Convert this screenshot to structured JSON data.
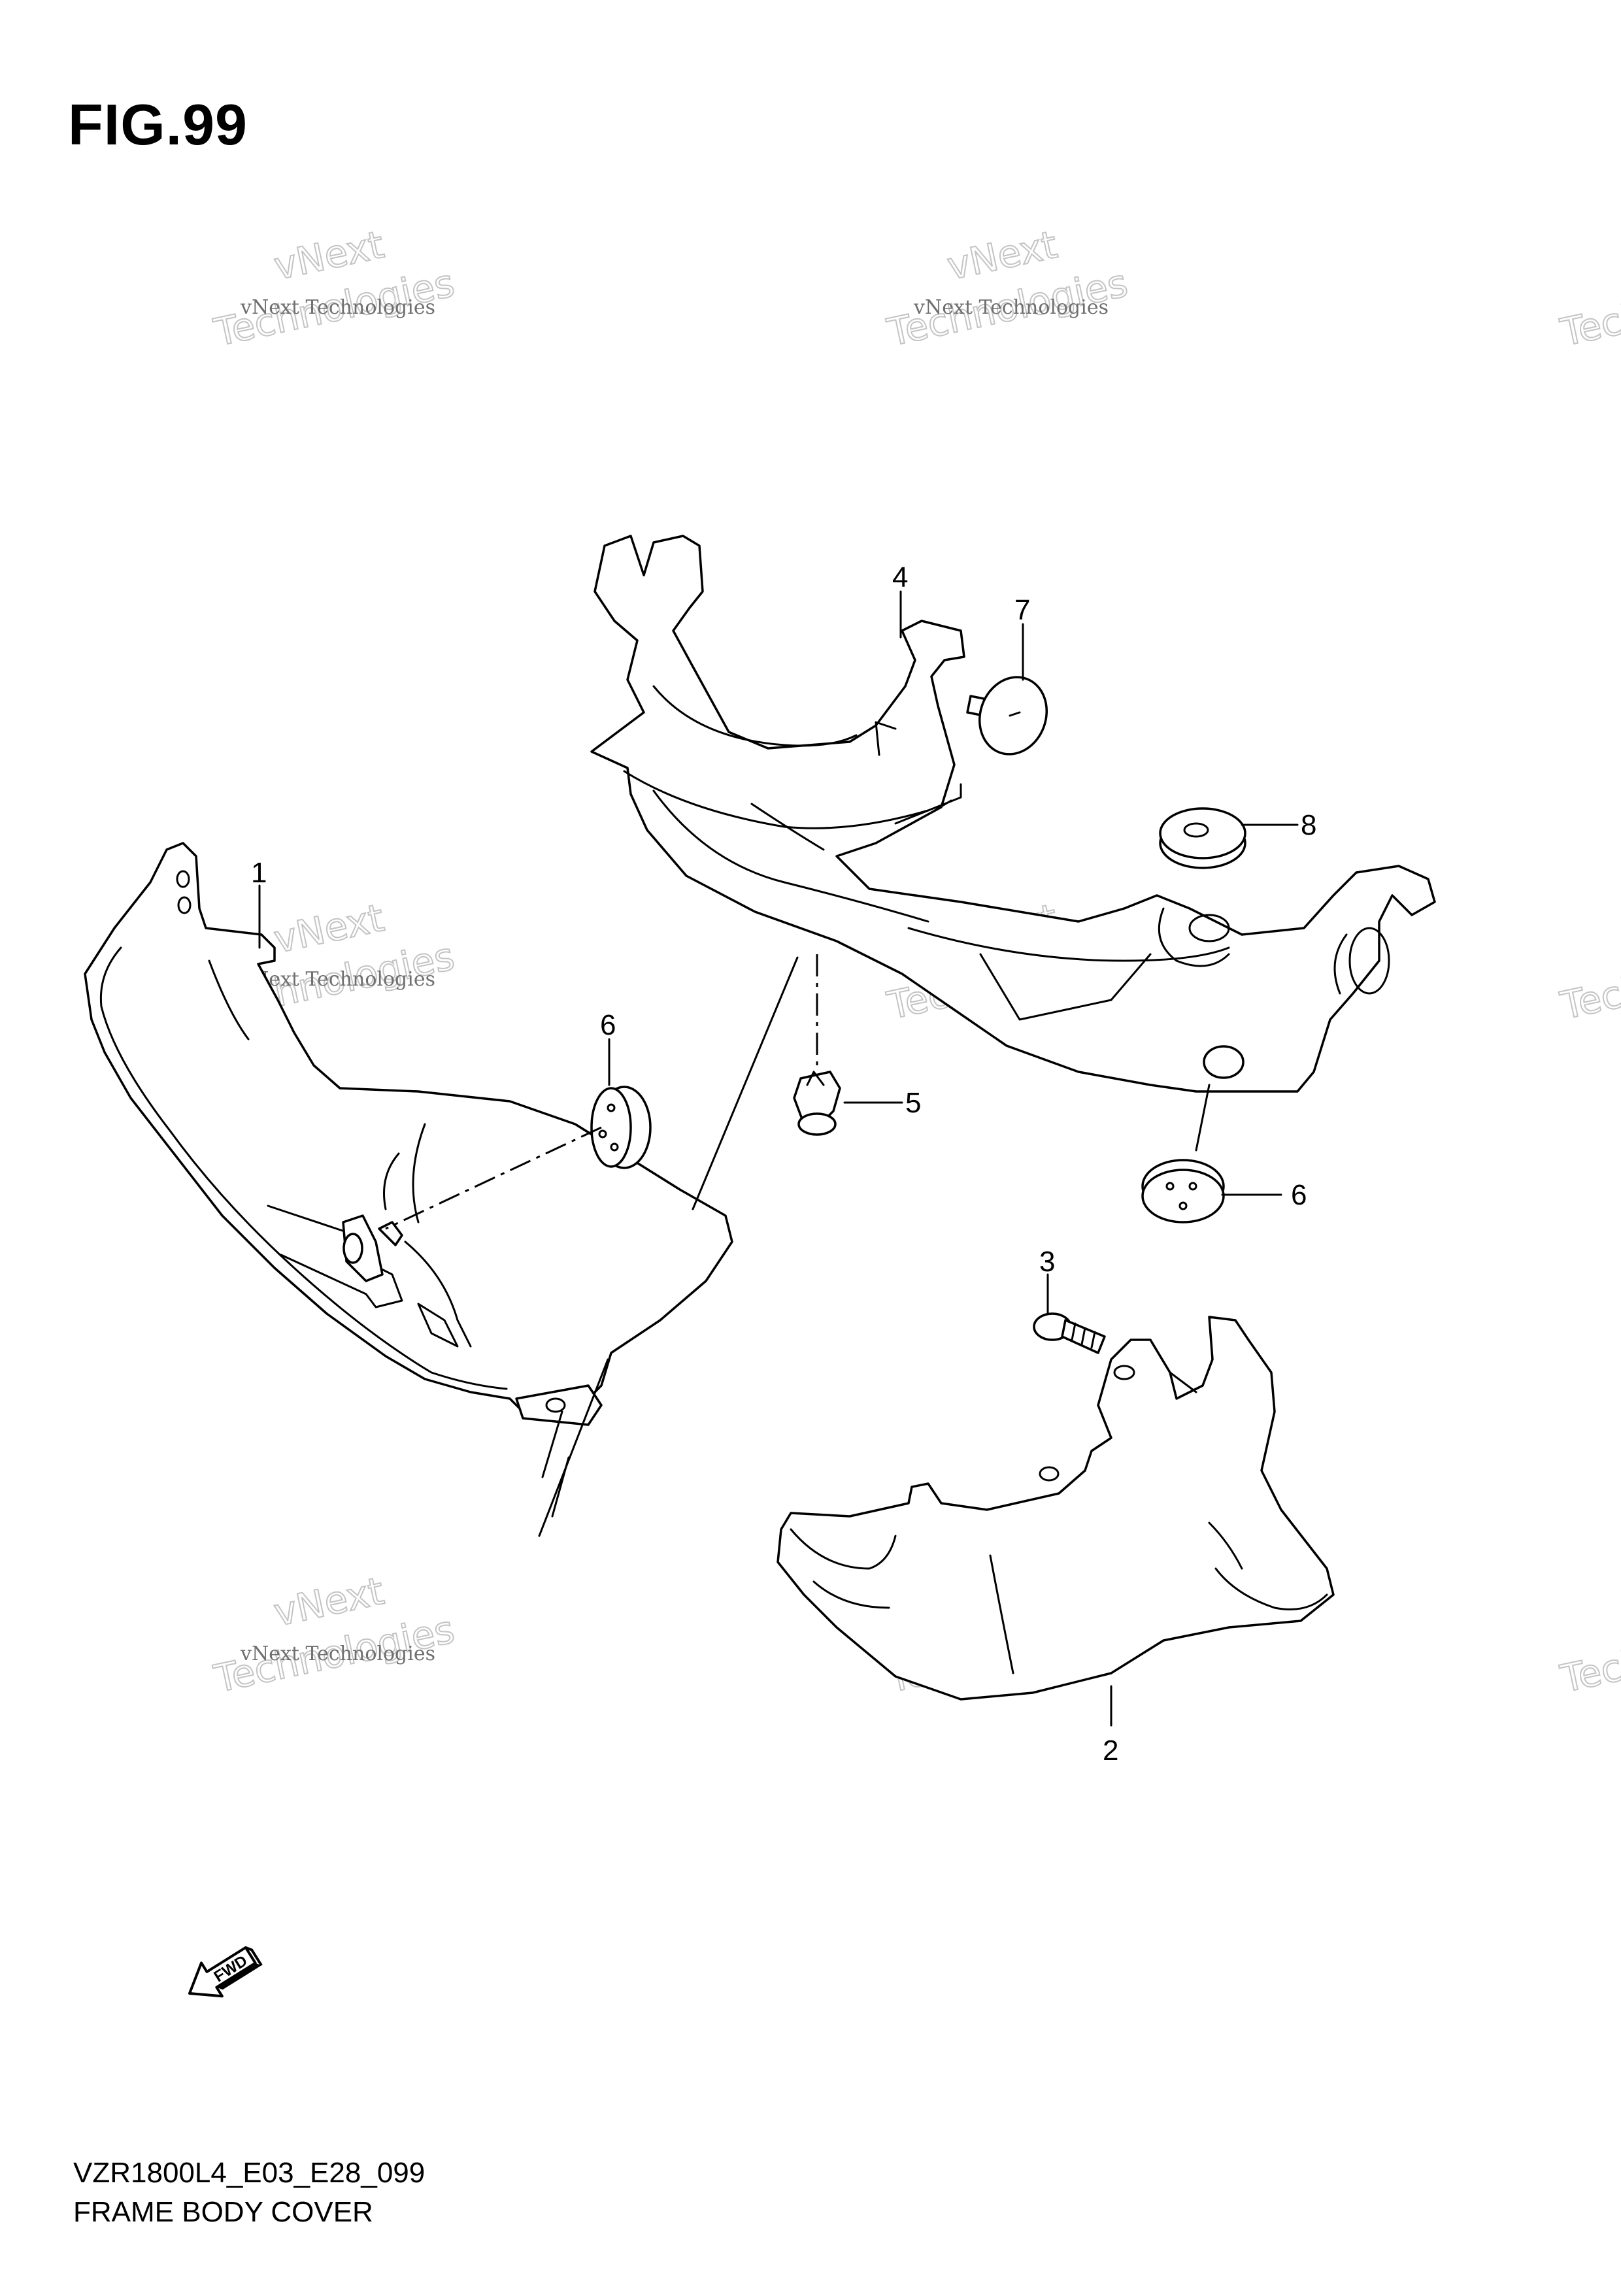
{
  "figure": {
    "title": "FIG.99",
    "code": "VZR1800L4_E03_E28_099",
    "description": "FRAME BODY COVER"
  },
  "watermark": {
    "line1": "vNext Technologies",
    "line2": "vNext",
    "line3": "Technologies"
  },
  "fwd_label": "FWD",
  "callouts": [
    {
      "id": "1",
      "label": "1"
    },
    {
      "id": "2",
      "label": "2"
    },
    {
      "id": "3",
      "label": "3"
    },
    {
      "id": "4",
      "label": "4"
    },
    {
      "id": "5",
      "label": "5"
    },
    {
      "id": "6a",
      "label": "6"
    },
    {
      "id": "6b",
      "label": "6"
    },
    {
      "id": "7",
      "label": "7"
    },
    {
      "id": "8",
      "label": "8"
    }
  ]
}
